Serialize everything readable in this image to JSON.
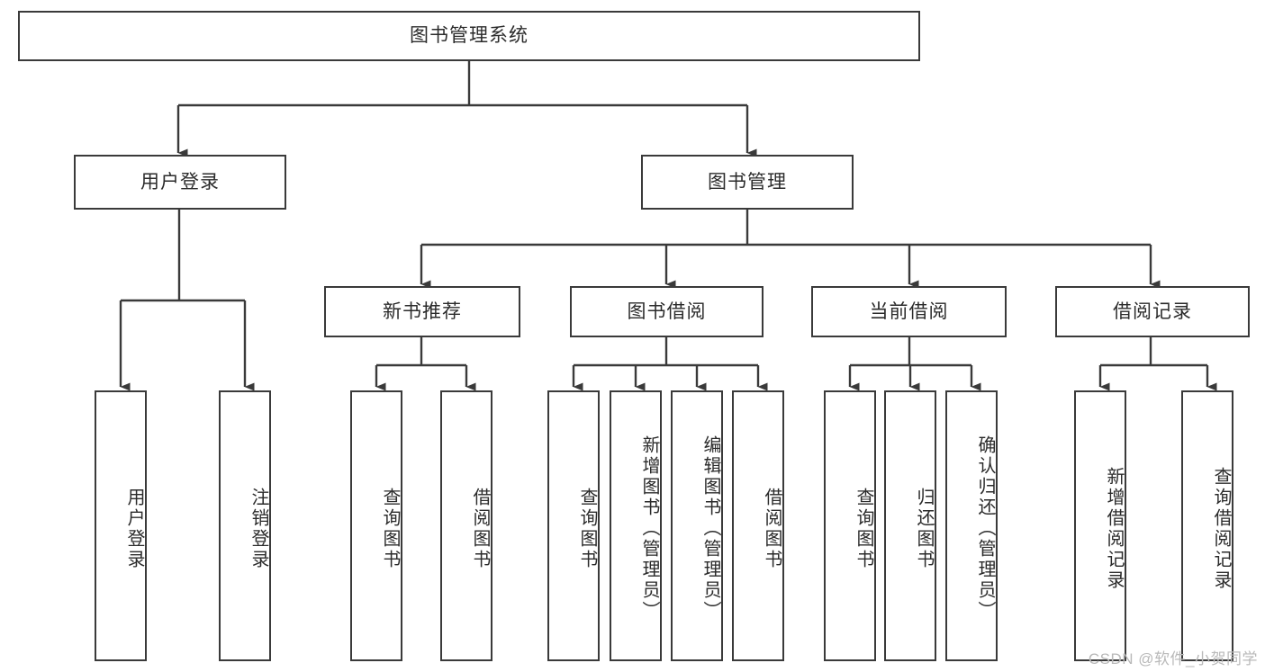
{
  "diagram": {
    "title": "图书管理系统",
    "type": "tree",
    "watermark": "CSDN @软件_小贺同学",
    "colors": {
      "box_border": "#3a3a3a",
      "box_fill": "#ffffff",
      "connector": "#3a3a3a",
      "text": "#2b2b2b",
      "watermark": "#b9b9b9",
      "background": "#ffffff"
    },
    "root": {
      "label": "图书管理系统",
      "orientation": "horizontal"
    },
    "level2": [
      {
        "label": "用户登录",
        "orientation": "horizontal"
      },
      {
        "label": "图书管理",
        "orientation": "horizontal"
      }
    ],
    "level3": [
      {
        "label": "新书推荐",
        "orientation": "horizontal"
      },
      {
        "label": "图书借阅",
        "orientation": "horizontal"
      },
      {
        "label": "当前借阅",
        "orientation": "horizontal"
      },
      {
        "label": "借阅记录",
        "orientation": "horizontal"
      }
    ],
    "leaves": {
      "user_login": [
        {
          "label": "用户登录",
          "orientation": "vertical"
        },
        {
          "label": "注销登录",
          "orientation": "vertical"
        }
      ],
      "new_book_recommend": [
        {
          "label": "查询图书",
          "orientation": "vertical"
        },
        {
          "label": "借阅图书",
          "orientation": "vertical"
        }
      ],
      "book_borrow": [
        {
          "label": "查询图书",
          "orientation": "vertical"
        },
        {
          "label": "新增图书（管理员）",
          "orientation": "vertical"
        },
        {
          "label": "编辑图书（管理员）",
          "orientation": "vertical"
        },
        {
          "label": "借阅图书",
          "orientation": "vertical"
        }
      ],
      "current_borrow": [
        {
          "label": "查询图书",
          "orientation": "vertical"
        },
        {
          "label": "归还图书",
          "orientation": "vertical"
        },
        {
          "label": "确认归还（管理员）",
          "orientation": "vertical"
        }
      ],
      "borrow_record": [
        {
          "label": "新增借阅记录",
          "orientation": "vertical"
        },
        {
          "label": "查询借阅记录",
          "orientation": "vertical"
        }
      ]
    }
  }
}
